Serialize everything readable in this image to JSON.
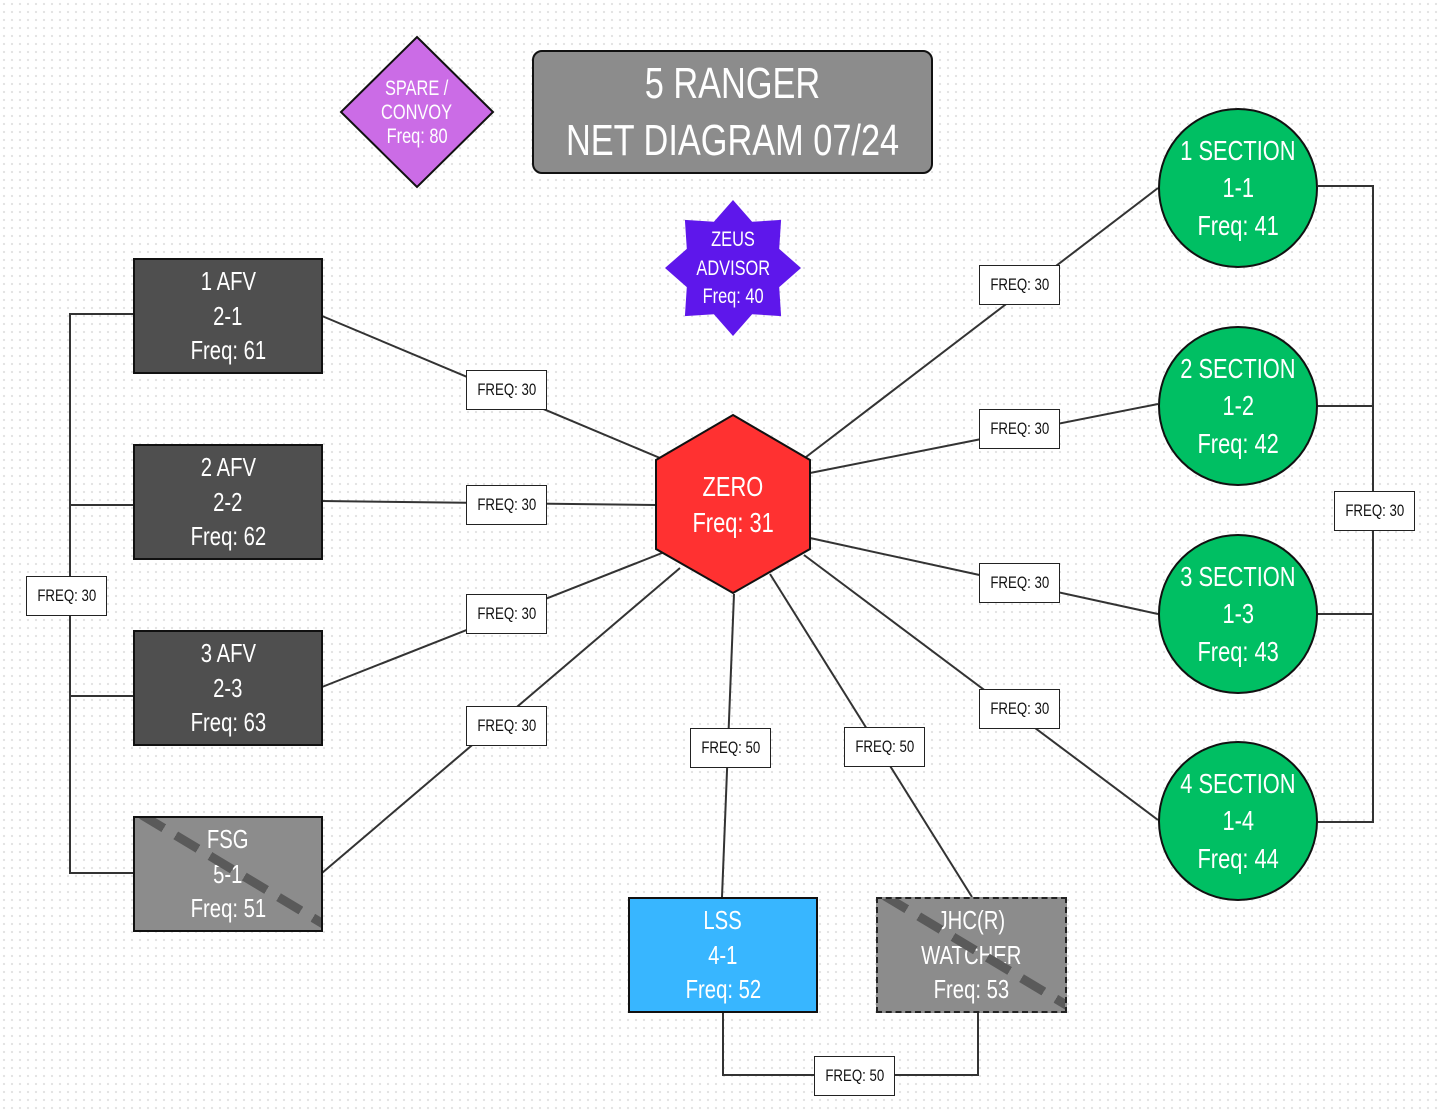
{
  "title": {
    "line1": "5 RANGER",
    "line2": "NET DIAGRAM 07/24",
    "color": "#8c8c8c"
  },
  "spare": {
    "line1": "SPARE /",
    "line2": "CONVOY",
    "freq": "Freq: 80",
    "color": "#cb6ce6"
  },
  "zeus": {
    "line1": "ZEUS",
    "line2": "ADVISOR",
    "freq": "Freq: 40",
    "color": "#5e17eb"
  },
  "zero": {
    "name": "ZERO",
    "freq": "Freq: 31",
    "color": "#ff3131"
  },
  "afv": [
    {
      "name": "1 AFV",
      "callsign": "2-1",
      "freq": "Freq: 61"
    },
    {
      "name": "2 AFV",
      "callsign": "2-2",
      "freq": "Freq: 62"
    },
    {
      "name": "3 AFV",
      "callsign": "2-3",
      "freq": "Freq: 63"
    }
  ],
  "fsg": {
    "name": "FSG",
    "callsign": "5-1",
    "freq": "Freq: 51",
    "status": "inactive"
  },
  "lss": {
    "name": "LSS",
    "callsign": "4-1",
    "freq": "Freq: 52",
    "color": "#38b6ff"
  },
  "jhc": {
    "name": "JHC(R)",
    "callsign": "WATCHER",
    "freq": "Freq: 53",
    "status": "inactive"
  },
  "sections": [
    {
      "name": "1 SECTION",
      "callsign": "1-1",
      "freq": "Freq: 41"
    },
    {
      "name": "2 SECTION",
      "callsign": "1-2",
      "freq": "Freq: 42"
    },
    {
      "name": "3 SECTION",
      "callsign": "1-3",
      "freq": "Freq: 43"
    },
    {
      "name": "4 SECTION",
      "callsign": "1-4",
      "freq": "Freq: 44"
    }
  ],
  "links": {
    "afv1": "FREQ: 30",
    "afv2": "FREQ: 30",
    "afv3": "FREQ: 30",
    "fsg": "FREQ: 30",
    "left_bus": "FREQ: 30",
    "sec1": "FREQ: 30",
    "sec2": "FREQ: 30",
    "sec3": "FREQ: 30",
    "sec4": "FREQ: 30",
    "right_bus": "FREQ: 30",
    "lss": "FREQ: 50",
    "jhc": "FREQ: 50",
    "bottom_bus": "FREQ: 50"
  }
}
